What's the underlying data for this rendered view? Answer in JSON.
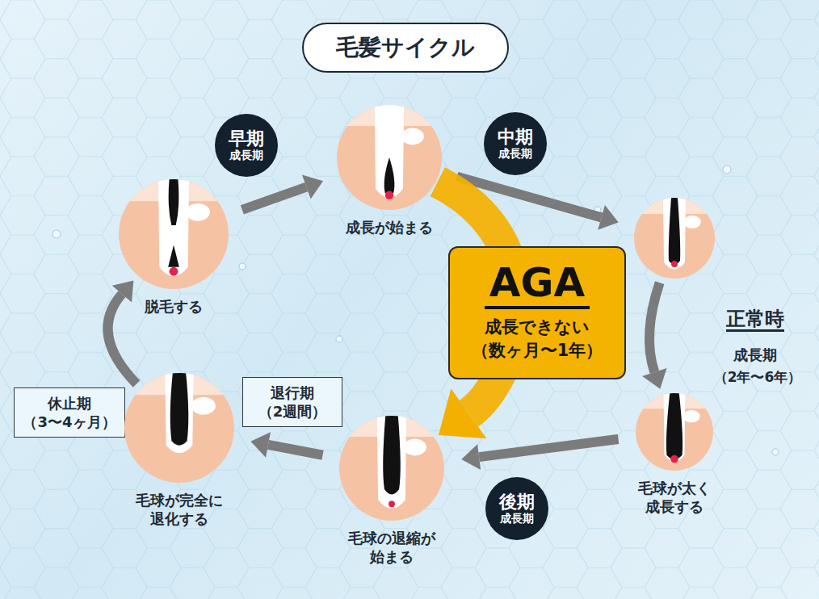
{
  "diagram": {
    "title": "毛髪サイクル",
    "nodes": [
      {
        "text": [
          "早期",
          "成長期"
        ]
      },
      {
        "text": [
          "中期",
          "成長期"
        ]
      },
      {
        "text": [
          "成長が始まる"
        ]
      },
      {
        "text": []
      },
      {
        "text": [
          "脱毛する"
        ]
      },
      {
        "text": [
          "AGA",
          "成長できない",
          "（数ヶ月〜1年）"
        ]
      },
      {
        "text": [
          "休止期",
          "（3〜4ヶ月）"
        ]
      },
      {
        "text": [
          "退行期",
          "（2週間）"
        ]
      },
      {
        "text": [
          "毛球が完全に 退化する"
        ]
      },
      {
        "text": [
          "毛球が太く 成長する"
        ]
      },
      {
        "text": [
          "毛球の退縮が 始まる"
        ]
      },
      {
        "text": [
          "後期",
          "成長期"
        ]
      }
    ],
    "edges": [
      {
        "from": 4,
        "to": 2,
        "arrow": "to"
      },
      {
        "from": 2,
        "to": 3,
        "arrow": "to"
      },
      {
        "from": 3,
        "to": 9,
        "arrow": "to"
      },
      {
        "from": 9,
        "to": 10,
        "arrow": "to"
      },
      {
        "from": 10,
        "to": 8,
        "arrow": "to"
      },
      {
        "from": 8,
        "to": 4,
        "arrow": "to"
      },
      {
        "from": 2,
        "to": 10,
        "arrow": "to"
      }
    ],
    "labels": [
      "正常時",
      "成長期",
      "（2年〜6年）"
    ]
  }
}
